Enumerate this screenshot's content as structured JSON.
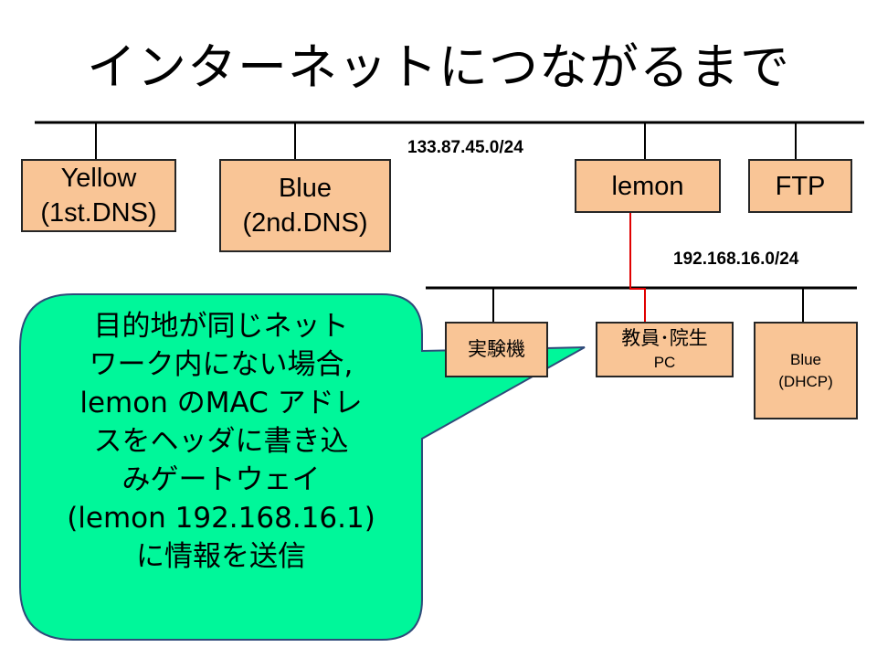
{
  "title": "インターネットにつながるまで",
  "networks": {
    "outer": "133.87.45.0/24",
    "inner": "192.168.16.0/24"
  },
  "nodes": {
    "yellow": [
      "Yellow",
      "(1st.DNS)"
    ],
    "blue": [
      "Blue",
      "(2nd.DNS)"
    ],
    "lemon": [
      "lemon"
    ],
    "ftp": [
      "FTP"
    ],
    "lab": [
      "実験機"
    ],
    "staff_pc": [
      "教員･院生",
      "PC"
    ],
    "blue_dhcp": [
      "Blue",
      "(DHCP)"
    ]
  },
  "callout": {
    "lines": [
      "目的地が同じネット",
      "ワーク内にない場合,",
      "lemon のMAC アドレ",
      "スをヘッダに書き込",
      "みゲートウェイ",
      "(lemon 192.168.16.1)",
      "に情報を送信"
    ]
  },
  "colors": {
    "node_fill": "#f9c596",
    "callout_fill": "#00f79a",
    "gateway_link": "#e00000"
  }
}
